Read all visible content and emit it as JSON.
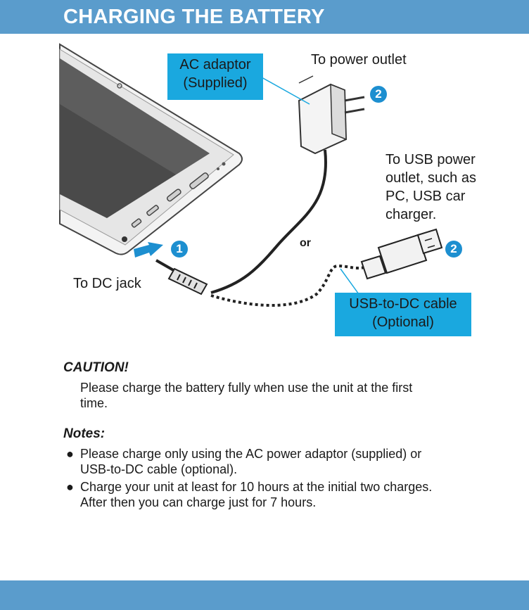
{
  "header": {
    "title": "CHARGING THE BATTERY"
  },
  "diagram": {
    "ac_adaptor_callout": [
      "AC adaptor",
      "(Supplied)"
    ],
    "power_outlet_label": "To power outlet",
    "usb_outlet_label": [
      "To USB power",
      "outlet, such as",
      "PC, USB car",
      "charger."
    ],
    "or_label": "or",
    "dc_jack_label": "To DC jack",
    "usb_cable_callout": [
      "USB-to-DC cable",
      "(Optional)"
    ],
    "step_badges": [
      "1",
      "2",
      "2"
    ],
    "colors": {
      "callout": "#1aa8df",
      "badge": "#1d8fd0",
      "header": "#5a9ccc"
    }
  },
  "caution": {
    "heading": "CAUTION!",
    "lines": [
      "Please charge the battery fully when use the unit at the first",
      "time."
    ]
  },
  "notes": {
    "heading": "Notes:",
    "items": [
      [
        "Please charge only using the AC power adaptor (supplied) or",
        "USB-to-DC cable (optional)."
      ],
      [
        "Charge your unit at least for 10 hours at the initial two charges.",
        "After then you can charge just for 7 hours."
      ]
    ]
  }
}
